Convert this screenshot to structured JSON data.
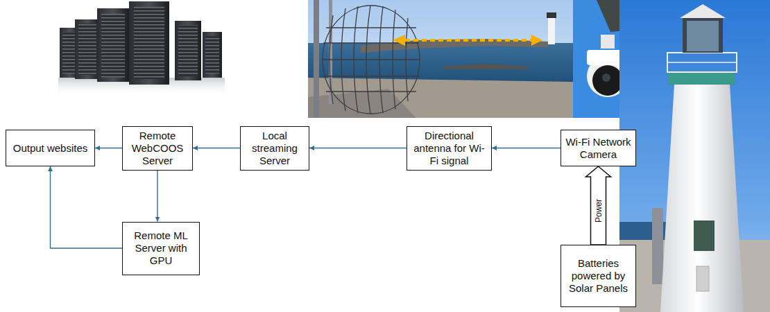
{
  "diagram": {
    "nodes": [
      {
        "text": [
          "Output websites"
        ]
      },
      {
        "text": [
          "Remote WebCOOS Server"
        ]
      },
      {
        "text": [
          "Local streaming Server"
        ]
      },
      {
        "text": [
          "Directional antenna for Wi-Fi signal"
        ]
      },
      {
        "text": [
          "Wi-Fi Network Camera"
        ]
      },
      {
        "text": [
          "Remote ML Server with GPU"
        ]
      },
      {
        "text": [
          "Batteries powered by Solar Panels"
        ]
      }
    ],
    "edges": [
      {
        "from": 4,
        "to": 3,
        "arrow": "to"
      },
      {
        "from": 3,
        "to": 2,
        "arrow": "to"
      },
      {
        "from": 2,
        "to": 1,
        "arrow": "to"
      },
      {
        "from": 1,
        "to": 0,
        "arrow": "to"
      },
      {
        "from": 1,
        "to": 5,
        "arrow": "to"
      },
      {
        "from": 5,
        "to": 0,
        "arrow": "to"
      },
      {
        "from": 6,
        "to": 4,
        "label": "Power",
        "arrow": "to"
      }
    ]
  }
}
